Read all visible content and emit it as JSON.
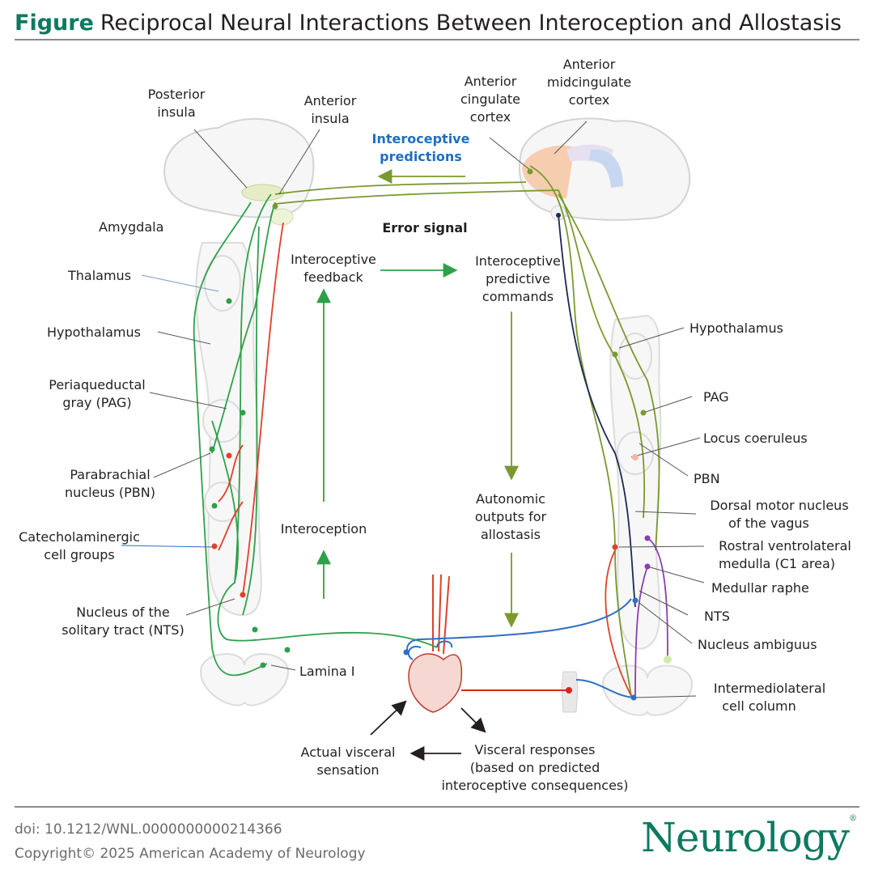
{
  "header": {
    "figure_word": "Figure",
    "title": "Reciprocal Neural Interactions Between Interoception and Allostasis"
  },
  "labels": {
    "posterior_insula": [
      "Posterior",
      "insula"
    ],
    "anterior_insula": [
      "Anterior",
      "insula"
    ],
    "interoceptive_predictions": [
      "Interoceptive",
      "predictions"
    ],
    "anterior_cingulate": [
      "Anterior",
      "cingulate",
      "cortex"
    ],
    "anterior_midcingulate": [
      "Anterior",
      "midcingulate",
      "cortex"
    ],
    "amygdala": "Amygdala",
    "error_signal": "Error signal",
    "thalamus": "Thalamus",
    "interoceptive_feedback": [
      "Interoceptive",
      "feedback"
    ],
    "interoceptive_predictive_commands": [
      "Interoceptive",
      "predictive",
      "commands"
    ],
    "hypothalamus_left": "Hypothalamus",
    "hypothalamus_right": "Hypothalamus",
    "pag_left": [
      "Periaqueductal",
      "gray  (PAG)"
    ],
    "pag_right": "PAG",
    "locus_coeruleus": "Locus coeruleus",
    "pbn_left": [
      "Parabrachial",
      "nucleus (PBN)"
    ],
    "pbn_right": "PBN",
    "autonomic_outputs": [
      "Autonomic",
      "outputs for",
      "allostasis"
    ],
    "dorsal_motor": [
      "Dorsal motor nucleus",
      "of  the vagus"
    ],
    "catecholaminergic": [
      "Catecholaminergic",
      "cell groups"
    ],
    "interoception": "Interoception",
    "rostral_ventrolateral": [
      "Rostral ventrolateral",
      "medulla (C1 area)"
    ],
    "medullar_raphe": "Medullar raphe",
    "nts_left": [
      "Nucleus of the",
      "solitary tract (NTS)"
    ],
    "nts_right": "NTS",
    "nucleus_ambiguus": "Nucleus ambiguus",
    "lamina_i": "Lamina I",
    "intermediolateral": [
      "Intermediolateral",
      "cell column"
    ],
    "actual_visceral": [
      "Actual visceral",
      "sensation"
    ],
    "visceral_responses": [
      "Visceral responses",
      "(based on predicted",
      "interoceptive consequences)"
    ]
  },
  "footer": {
    "doi": "doi: 10.1212/WNL.0000000000214366",
    "copyright": "Copyright© 2025 American Academy of Neurology"
  },
  "logo": {
    "text": "Neurology",
    "mark": "®"
  },
  "colors": {
    "brand": "#0d7a5f",
    "green_pathway": "#2fa04a",
    "olive_pathway": "#7a9a2e",
    "red_pathway": "#e0402a",
    "blue_pathway": "#2d6fc4",
    "navy_pathway": "#1c2a55",
    "purple_pathway": "#8a3fb0"
  }
}
